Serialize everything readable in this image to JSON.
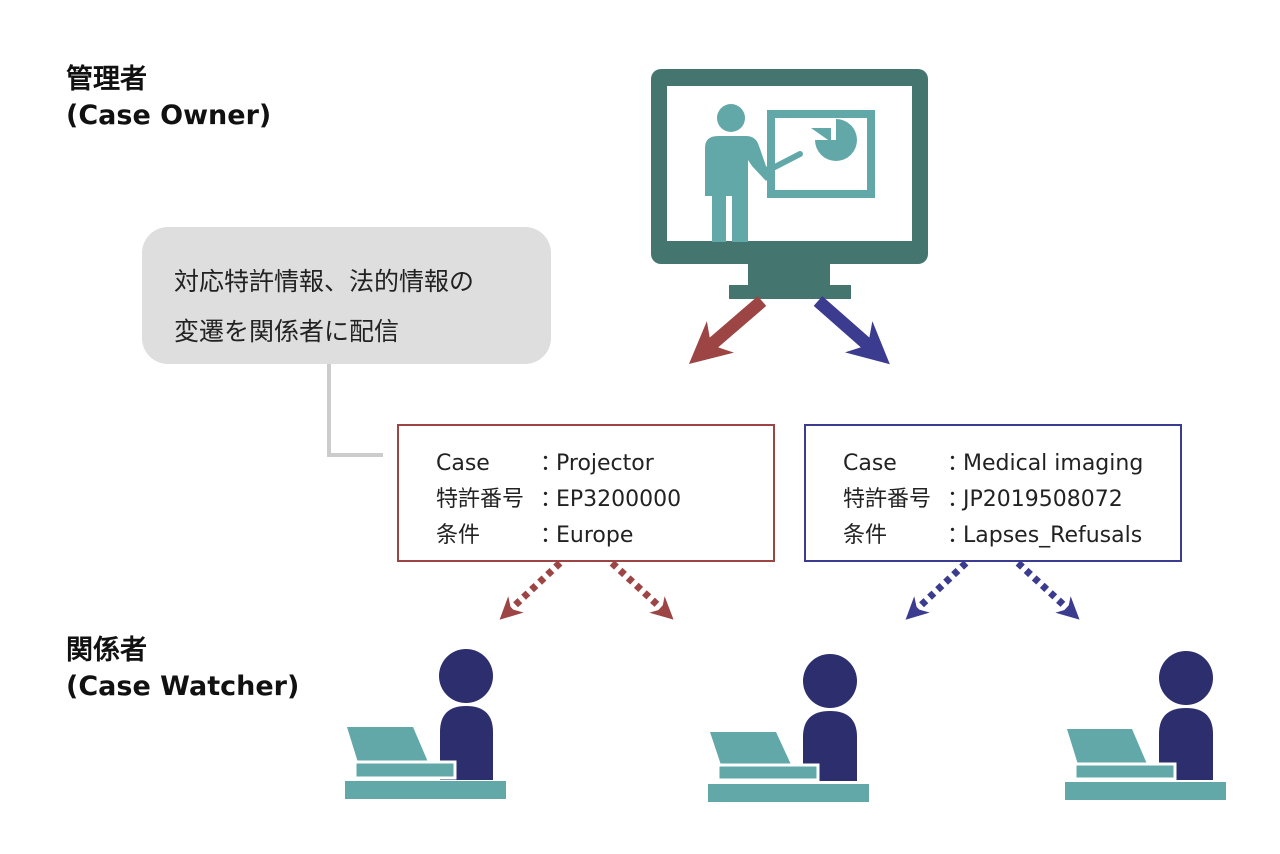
{
  "owner": {
    "title": "管理者",
    "subtitle": "(Case Owner)"
  },
  "watcher": {
    "title": "関係者",
    "subtitle": "(Case Watcher)"
  },
  "callout": {
    "line1": "対応特許情報、法的情報の",
    "line2": "変遷を関係者に配信"
  },
  "cases": [
    {
      "rows": [
        {
          "label": "Case",
          "sep": "：",
          "value": "Projector"
        },
        {
          "label": "特許番号",
          "sep": "：",
          "value": "EP3200000"
        },
        {
          "label": "条件",
          "sep": "：",
          "value": "Europe"
        }
      ]
    },
    {
      "rows": [
        {
          "label": "Case",
          "sep": "：",
          "value": "Medical imaging"
        },
        {
          "label": "特許番号",
          "sep": "：",
          "value": "JP2019508072"
        },
        {
          "label": "条件",
          "sep": "：",
          "value": "Lapses_Refusals"
        }
      ]
    }
  ],
  "colors": {
    "monitor": "#44766f",
    "teal": "#62a8a8",
    "red_arrow": "#9c4544",
    "blue_arrow": "#3b3b8f",
    "person": "#2c2e6e",
    "bubble_bg": "#dedede",
    "connector": "#cccccc"
  },
  "icons": [
    "presenter-monitor-icon",
    "person-laptop-icon"
  ]
}
